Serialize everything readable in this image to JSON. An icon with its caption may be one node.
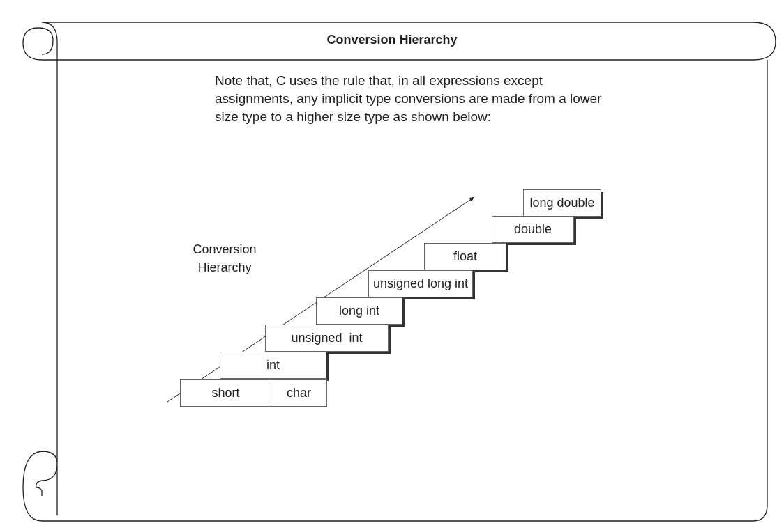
{
  "diagram": {
    "title": "Conversion Hierarchy",
    "nodes": [
      {
        "text": [
          "long double"
        ]
      },
      {
        "text": [
          "double"
        ]
      },
      {
        "text": [
          "float"
        ]
      },
      {
        "text": [
          "unsigned long int"
        ]
      },
      {
        "text": [
          "long int"
        ]
      },
      {
        "text": [
          "unsigned  int"
        ]
      },
      {
        "text": [
          "int"
        ]
      },
      {
        "text": [
          "short"
        ]
      },
      {
        "text": [
          "char"
        ]
      }
    ],
    "labels": [
      "Note that, C uses the rule that, in all expressions except assignments, any implicit type conversions are made from a lower size type to a higher size type as shown below:",
      "Conversion Hierarchy"
    ]
  }
}
